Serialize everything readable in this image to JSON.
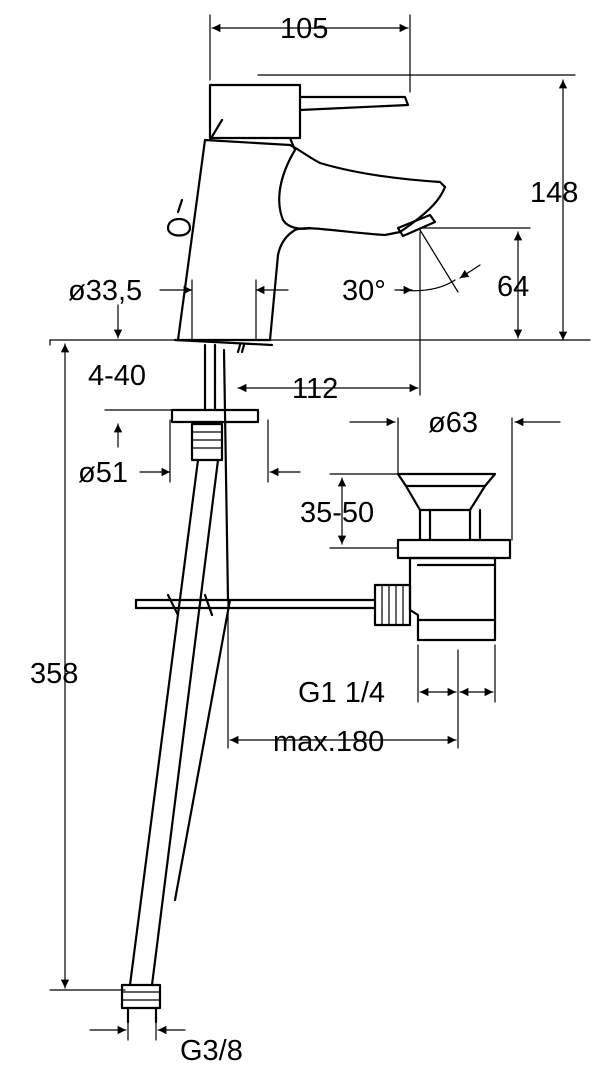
{
  "dimensions": {
    "width_top": "105",
    "height_total": "148",
    "spout_height": "64",
    "spout_angle": "30°",
    "body_diameter": "ø33,5",
    "deck_thickness": "4-40",
    "reach": "112",
    "flange_diameter": "ø51",
    "waste_diameter": "ø63",
    "waste_height": "35-50",
    "hose_length": "358",
    "waste_thread": "G1 1/4",
    "rod_length": "max.180",
    "hose_thread": "G3/8"
  },
  "colors": {
    "line": "#000000",
    "background": "#ffffff"
  }
}
